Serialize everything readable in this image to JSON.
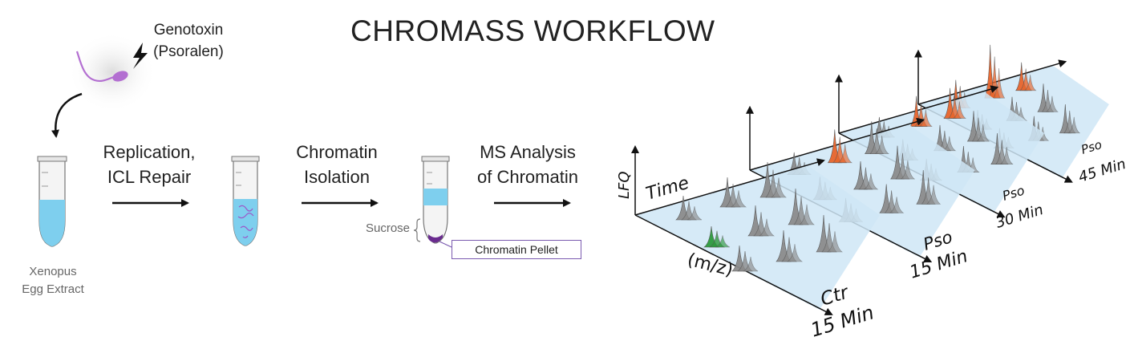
{
  "title": "CHROMASS WORKFLOW",
  "genotoxin": {
    "line1": "Genotoxin",
    "line2": "(Psoralen)"
  },
  "extract_label": {
    "line1": "Xenopus",
    "line2": "Egg Extract"
  },
  "steps": [
    {
      "line1": "Replication,",
      "line2": "ICL Repair"
    },
    {
      "line1": "Chromatin",
      "line2": "Isolation"
    },
    {
      "line1": "MS Analysis",
      "line2": "of Chromatin"
    }
  ],
  "sucrose_label": "Sucrose",
  "pellet_label": "Chromatin Pellet",
  "plot": {
    "y_axis": "LFQ",
    "time_axis": "Time",
    "mz_axis": "(m/z)",
    "conditions": [
      {
        "name": "Ctr",
        "time": "15 Min"
      },
      {
        "name": "Pso",
        "time": "15 Min"
      },
      {
        "name": "Pso",
        "time": "30 Min"
      },
      {
        "name": "Pso",
        "time": "45 Min"
      }
    ]
  },
  "colors": {
    "liquid": "#7ecfee",
    "panel": "#cfe6f6",
    "peak_gray": "#8c8c8c",
    "peak_orange": "#e8652c",
    "peak_green": "#2e9a3e",
    "sperm": "#b36fd1",
    "pellet": "#6a2c8f"
  }
}
